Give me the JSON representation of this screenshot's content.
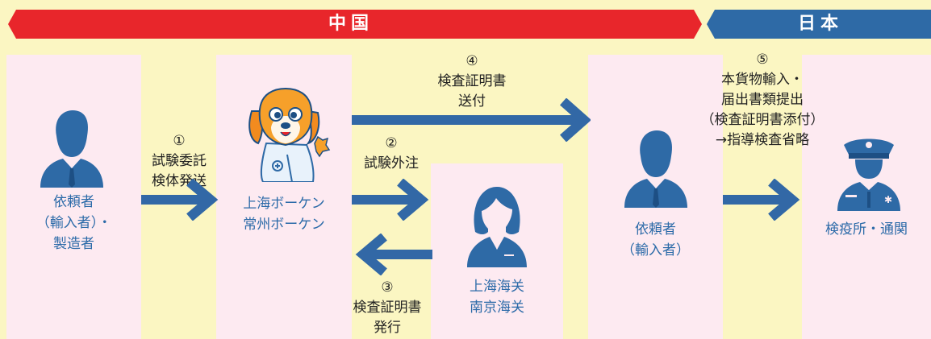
{
  "banners": {
    "china": {
      "label": "中国",
      "color": "#e8262b"
    },
    "japan": {
      "label": "日本",
      "color": "#2e6aa6"
    }
  },
  "colors": {
    "arrow": "#3268a6",
    "text_blue": "#2b6aa8",
    "box": "#fdeaf1",
    "background": "#fbf6c2"
  },
  "nodes": {
    "client1": {
      "lines": [
        "依頼者",
        "（輸入者）・",
        "製造者"
      ]
    },
    "boken": {
      "lines": [
        "上海ボーケン",
        "常州ボーケン"
      ]
    },
    "customs_cn": {
      "lines": [
        "上海海关",
        "南京海关"
      ]
    },
    "client2": {
      "lines": [
        "依頼者",
        "（輸入者）"
      ]
    },
    "quarantine": {
      "lines": [
        "検疫所・通関"
      ]
    }
  },
  "steps": {
    "s1": {
      "lines": [
        "①",
        "試験委託",
        "検体発送"
      ]
    },
    "s2": {
      "lines": [
        "②",
        "試験外注"
      ]
    },
    "s3": {
      "lines": [
        "③",
        "検査証明書",
        "発行"
      ]
    },
    "s4": {
      "lines": [
        "④",
        "検査証明書",
        "送付"
      ]
    },
    "s5": {
      "lines": [
        "⑤",
        "本貨物輸入・",
        "届出書類提出",
        "（検査証明書添付）",
        "→指導検査省略"
      ]
    }
  }
}
